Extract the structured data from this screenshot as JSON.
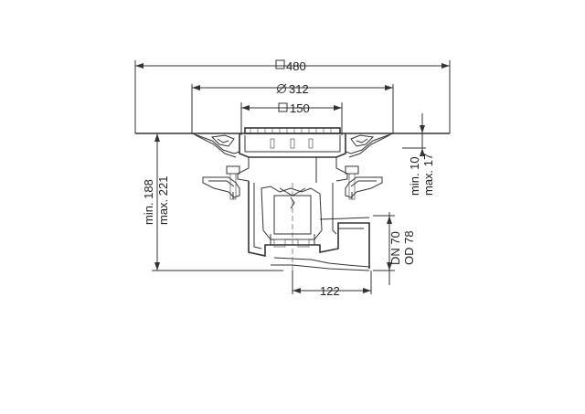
{
  "dimensions": {
    "overall_width": {
      "symbol": "□",
      "value": "480"
    },
    "flange_diameter": {
      "symbol": "⌀",
      "value": "312"
    },
    "grate_size": {
      "symbol": "□",
      "value": "150"
    },
    "height_min": "min. 188",
    "height_max": "max. 221",
    "adjust_min": "min. 10",
    "adjust_max": "max. 17",
    "pipe_dn": "DN 70",
    "pipe_od": "OD 78",
    "outlet_offset": "122"
  }
}
